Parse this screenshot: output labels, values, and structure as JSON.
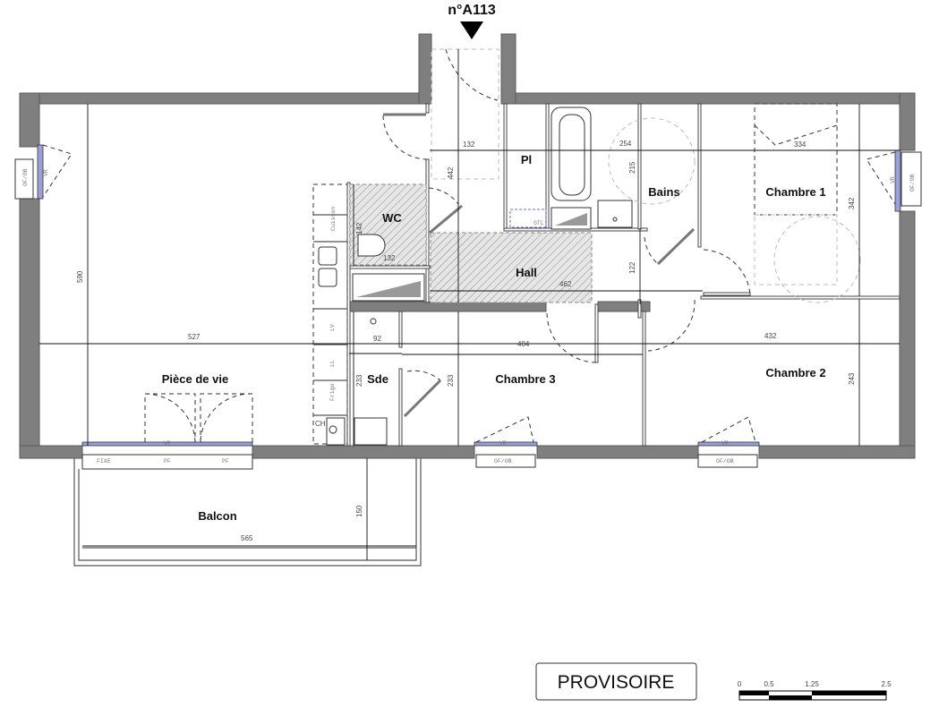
{
  "title": "n°A113",
  "stamp": "PROVISOIRE",
  "rooms": {
    "piece_de_vie": "Pièce de vie",
    "balcon": "Balcon",
    "wc": "WC",
    "pl": "Pl",
    "hall": "Hall",
    "bains": "Bains",
    "chambre1": "Chambre 1",
    "chambre2": "Chambre 2",
    "chambre3": "Chambre 3",
    "sde": "Sde"
  },
  "dimensions": {
    "d590": "590",
    "d527": "527",
    "d565": "565",
    "d150": "150",
    "d132a": "132",
    "d442": "442",
    "d142": "142",
    "d132b": "132",
    "d462": "462",
    "d92": "92",
    "d404": "404",
    "d233a": "233",
    "d233b": "233",
    "d254": "254",
    "d215": "215",
    "d122": "122",
    "d334": "334",
    "d342": "342",
    "d432": "432",
    "d243": "243"
  },
  "windows": {
    "ofob": "OF/OB",
    "vr": "VR",
    "fixe": "FIXE",
    "pf": "PF"
  },
  "fixtures": {
    "cuisson": "Cuisson",
    "lv": "LV",
    "ll": "LL",
    "frigo": "Frigo",
    "ch": "CH",
    "gtl": "GTL"
  },
  "scale": {
    "labels": [
      "0",
      "0.5",
      "1.25",
      "2.5"
    ]
  }
}
